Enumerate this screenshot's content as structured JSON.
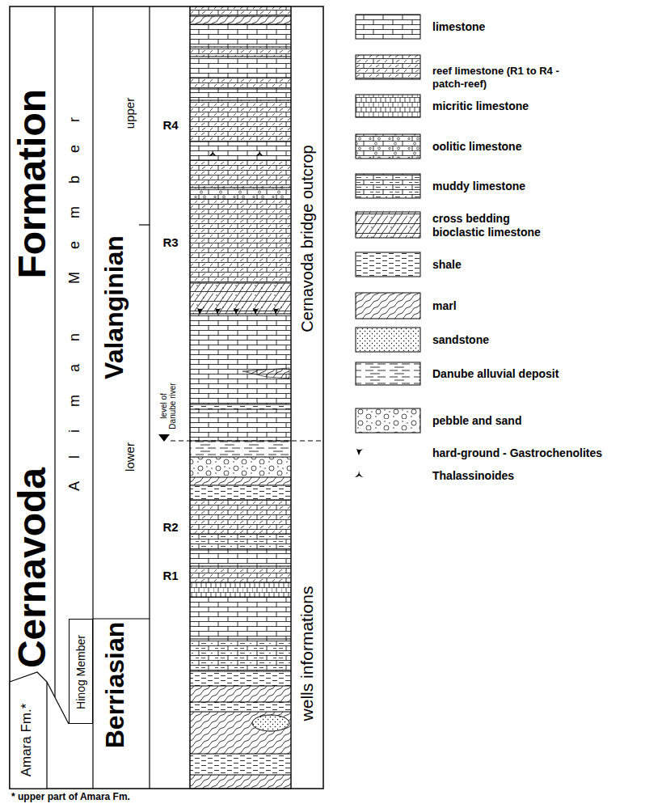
{
  "diagram": {
    "nodes": [
      {
        "text": [
          "Cernavoda Formation"
        ]
      },
      {
        "text": [
          "Aliman Member"
        ]
      },
      {
        "text": [
          "Hinog Member"
        ]
      },
      {
        "text": [
          "Amara Fm.*"
        ]
      },
      {
        "text": [
          "Valanginian"
        ]
      },
      {
        "text": [
          "Berriasian"
        ]
      },
      {
        "text": [
          "Cernavoda bridge outcrop"
        ]
      },
      {
        "text": [
          "wells informations"
        ]
      }
    ],
    "labels": [
      "upper",
      "lower",
      "R4",
      "R3",
      "R2",
      "R1",
      "level of Danube river",
      "* upper part of Amara Fm."
    ],
    "legend": [
      {
        "text": "limestone"
      },
      {
        "text": "reef limestone (R1 to R4 - patch-reef)"
      },
      {
        "text": "micritic limestone"
      },
      {
        "text": "oolitic limestone"
      },
      {
        "text": "muddy limestone"
      },
      {
        "text": "cross bedding bioclastic limestone"
      },
      {
        "text": "shale"
      },
      {
        "text": "marl"
      },
      {
        "text": "sandstone"
      },
      {
        "text": "Danube alluvial deposit"
      },
      {
        "text": "pebble and sand"
      },
      {
        "text": "hard-ground - Gastrochenolites"
      },
      {
        "text": "Thalassinoides"
      }
    ]
  }
}
